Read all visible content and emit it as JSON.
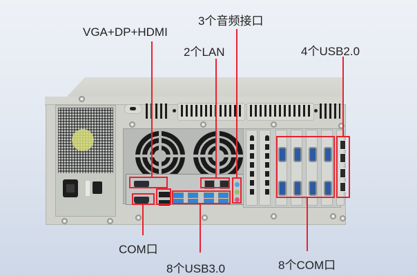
{
  "figure": {
    "subject": "industrial-rackmount-pc-rear-panel",
    "colors": {
      "callout_line": "#e8222f",
      "background_top": "#eef1f6",
      "background_bottom": "#cdd7e7",
      "chassis": "#cfd1ca",
      "label_text": "#222222"
    }
  },
  "labels": {
    "audio": "3个音频接口",
    "display": "VGA+DP+HDMI",
    "lan": "2个LAN",
    "usb2": "4个USB2.0",
    "com_single": "COM口",
    "usb3": "8个USB3.0",
    "com_multi": "8个COM口"
  },
  "ports": {
    "vga_count": 1,
    "dp_count": 1,
    "hdmi_count": 1,
    "lan_count": 2,
    "audio_count": 3,
    "usb3_count": 8,
    "usb2_count": 4,
    "com_onboard_count": 1,
    "com_expansion_count": 8
  }
}
